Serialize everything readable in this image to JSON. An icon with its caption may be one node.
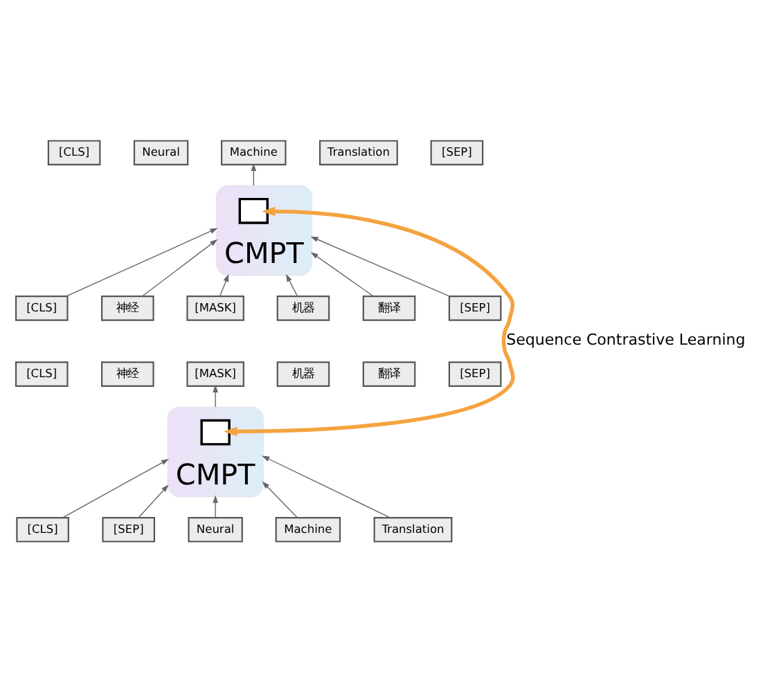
{
  "diagram": {
    "nodes": [
      {
        "text": [
          "[CLS]"
        ]
      },
      {
        "text": [
          "Neural"
        ]
      },
      {
        "text": [
          "Machine"
        ]
      },
      {
        "text": [
          "Translation"
        ]
      },
      {
        "text": [
          "[SEP]"
        ]
      },
      {
        "text": [
          "CMPT"
        ]
      },
      {
        "text": [],
        "shape": "box",
        "in": 5
      },
      {
        "text": [
          "[CLS]"
        ]
      },
      {
        "text": [
          "神经"
        ]
      },
      {
        "text": [
          "[MASK]"
        ]
      },
      {
        "text": [
          "机器"
        ]
      },
      {
        "text": [
          "翻译"
        ]
      },
      {
        "text": [
          "[SEP]"
        ]
      },
      {
        "text": [
          "[CLS]"
        ]
      },
      {
        "text": [
          "神经"
        ]
      },
      {
        "text": [
          "[MASK]"
        ]
      },
      {
        "text": [
          "机器"
        ]
      },
      {
        "text": [
          "翻译"
        ]
      },
      {
        "text": [
          "[SEP]"
        ]
      },
      {
        "text": [
          "CMPT"
        ]
      },
      {
        "text": [],
        "shape": "box",
        "in": 19
      },
      {
        "text": [
          "[CLS]"
        ]
      },
      {
        "text": [
          "[SEP]"
        ]
      },
      {
        "text": [
          "Neural"
        ]
      },
      {
        "text": [
          "Machine"
        ]
      },
      {
        "text": [
          "Translation"
        ]
      }
    ],
    "edges": [
      {
        "from": 7,
        "to": 5,
        "arrow": "to"
      },
      {
        "from": 8,
        "to": 5,
        "arrow": "to"
      },
      {
        "from": 9,
        "to": 5,
        "arrow": "to"
      },
      {
        "from": 10,
        "to": 5,
        "arrow": "to"
      },
      {
        "from": 11,
        "to": 5,
        "arrow": "to"
      },
      {
        "from": 12,
        "to": 5,
        "arrow": "to"
      },
      {
        "from": 5,
        "to": 2,
        "arrow": "to"
      },
      {
        "from": 21,
        "to": 19,
        "arrow": "to"
      },
      {
        "from": 22,
        "to": 19,
        "arrow": "to"
      },
      {
        "from": 23,
        "to": 19,
        "arrow": "to"
      },
      {
        "from": 24,
        "to": 19,
        "arrow": "to"
      },
      {
        "from": 25,
        "to": 19,
        "arrow": "to"
      },
      {
        "from": 19,
        "to": 15,
        "arrow": "to"
      },
      {
        "from": 6,
        "to": 20,
        "arrow": "both",
        "label": "Sequence Contrastive Learning",
        "style": "thick",
        "color": "#f4a340"
      }
    ]
  }
}
